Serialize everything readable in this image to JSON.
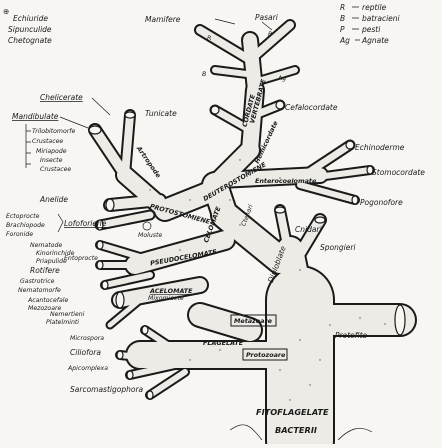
{
  "legend_left": {
    "marker": "⊕",
    "lines": [
      "Echiuride",
      "Sipunculide",
      "Chetognate"
    ]
  },
  "legend_right": [
    {
      "key": "R",
      "text": "reptile"
    },
    {
      "key": "B",
      "text": "batracieni"
    },
    {
      "key": "P",
      "text": "pesti"
    },
    {
      "key": "Ag",
      "text": "Agnate"
    }
  ],
  "top_labels": {
    "mamifere": "Mamifere",
    "pasari": "Pasari",
    "tunicate": "Tunicate",
    "cefalocordate": "Cefalocordate",
    "echinoderme": "Echinoderme",
    "stomocordate": "Stomocordate",
    "pogonofore": "Pogonofore"
  },
  "tree_markers": {
    "r": "R",
    "b": "B",
    "p": "P",
    "ag": "Ag"
  },
  "left_labels": {
    "chelicerate": "Chelicerate",
    "mandibulate": "Mandibulate",
    "mandibulate_sub": [
      "Trilobitomorfe",
      "Crustacee",
      "Miriapode",
      "Insecte",
      "Crustacee"
    ],
    "anelide": "Anelide",
    "ectoprocte": "Ectoprocte",
    "brachiopode": "Brachiopode",
    "foronide": "Foronide",
    "lofoforiene": "Lofoforiene",
    "moluste": "Moluste",
    "nematode": "Nematode",
    "kinorinchide": "Kinorinchide",
    "priapulide": "Priapulide",
    "entoprocte": "Entoprocte",
    "rotifere": "Rotifere",
    "gastrotrice": "Gastrotrice",
    "nematomorfe": "Nematomorfe",
    "acantocefale": "Acantocefale",
    "mezozoare": "Mezozoare",
    "nemertieni": "Nemertieni",
    "platelminti": "Platelminti",
    "mixomicete": "Mixomicete",
    "microsporidia": "Microspora",
    "ciliofora": "Ciliofora",
    "apicomplexa": "Apicomplexa",
    "sarcomastigophora": "Sarcomastigophora"
  },
  "right_labels": {
    "ctenari": "Ctenari",
    "cnidari": "Cnidari",
    "spongieri": "Spongieri",
    "diploblate": "Diploblate",
    "protofite": "Protofite"
  },
  "branch_labels": {
    "vertebrate": "VERTEBRATE",
    "cordate": "CORDATE",
    "hemicordate": "Hemicordate",
    "deuterostomiene": "DEUTEROSTOMIENE",
    "enterocoelomate": "Enterocoelomate",
    "artropode": "Artropode",
    "protostomiene": "PROTOSTOMIENE",
    "celomate": "CELOMATE",
    "pseudocelomate": "PSEUDOCELOMATE",
    "acelomate": "ACELOMATE",
    "metazoare": "Metazoare",
    "flagelate": "FLAGELATE",
    "protozoare": "Protozoare"
  },
  "trunk_labels": {
    "fitoflagelate": "FITOFLAGELATE",
    "bacterii": "BACTERII"
  }
}
